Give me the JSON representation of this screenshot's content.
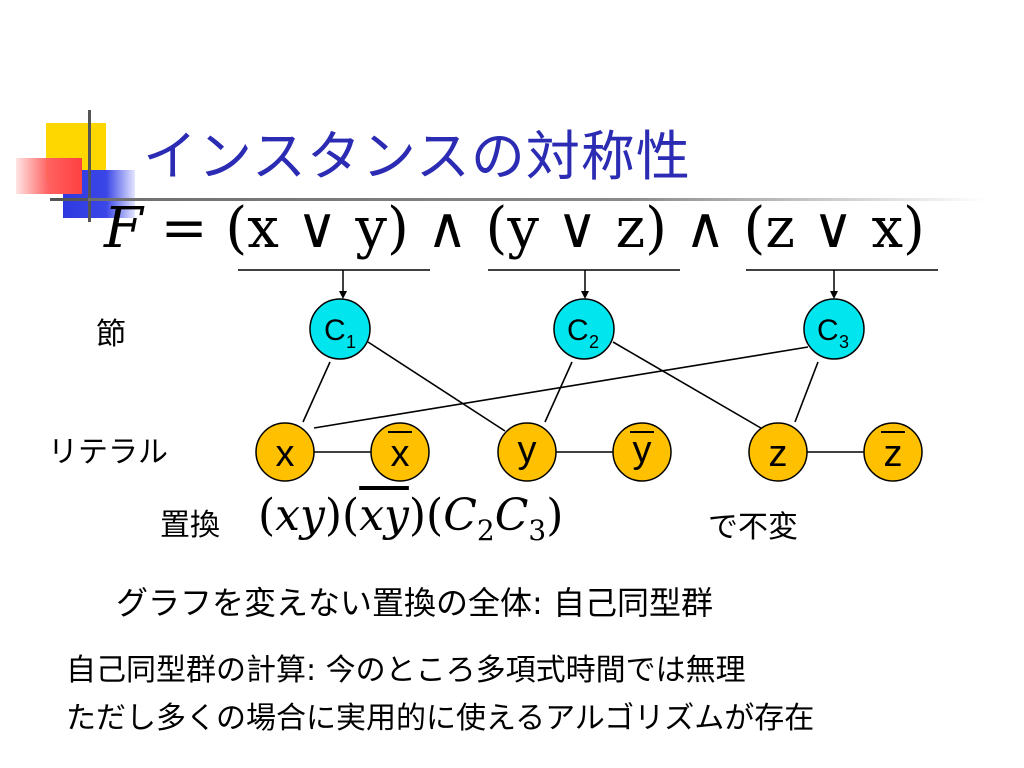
{
  "slide": {
    "title": "インスタンスの対称性",
    "formula": {
      "lhs": "F",
      "eq": " = ",
      "clause1": "(x ∨ y)",
      "and1": " ∧ ",
      "clause2": "(y ∨ z)",
      "and2": " ∧ ",
      "clause3": "(z ∨ x)"
    },
    "clause_label": "節",
    "literal_label": "リテラル",
    "clauses": [
      {
        "id": "C",
        "sub": "1"
      },
      {
        "id": "C",
        "sub": "2"
      },
      {
        "id": "C",
        "sub": "3"
      }
    ],
    "literals": [
      "x",
      "x",
      "y",
      "y",
      "z",
      "z"
    ],
    "permutation": {
      "prefix": "置換",
      "open1": "(",
      "p1": "xy",
      "close1": ")",
      "open2": "(",
      "p2": "xy",
      "close2": ")",
      "open3": "(",
      "c2": "C",
      "c2sub": "2",
      "c3": "C",
      "c3sub": "3",
      "close3": ")",
      "suffix": "で不変"
    },
    "automorphism_line": "グラフを変えない置換の全体: 自己同型群",
    "note_line1": "自己同型群の計算: 今のところ多項式時間では無理",
    "note_line2": "ただし多くの場合に実用的に使えるアルゴリズムが存在",
    "colors": {
      "title": "#2b2bb3",
      "clause_node": "#00e5ee",
      "literal_node": "#ffc000",
      "deco_yellow": "#ffd700",
      "deco_blue": "#2e3ae0",
      "deco_red": "#ff5050"
    }
  }
}
